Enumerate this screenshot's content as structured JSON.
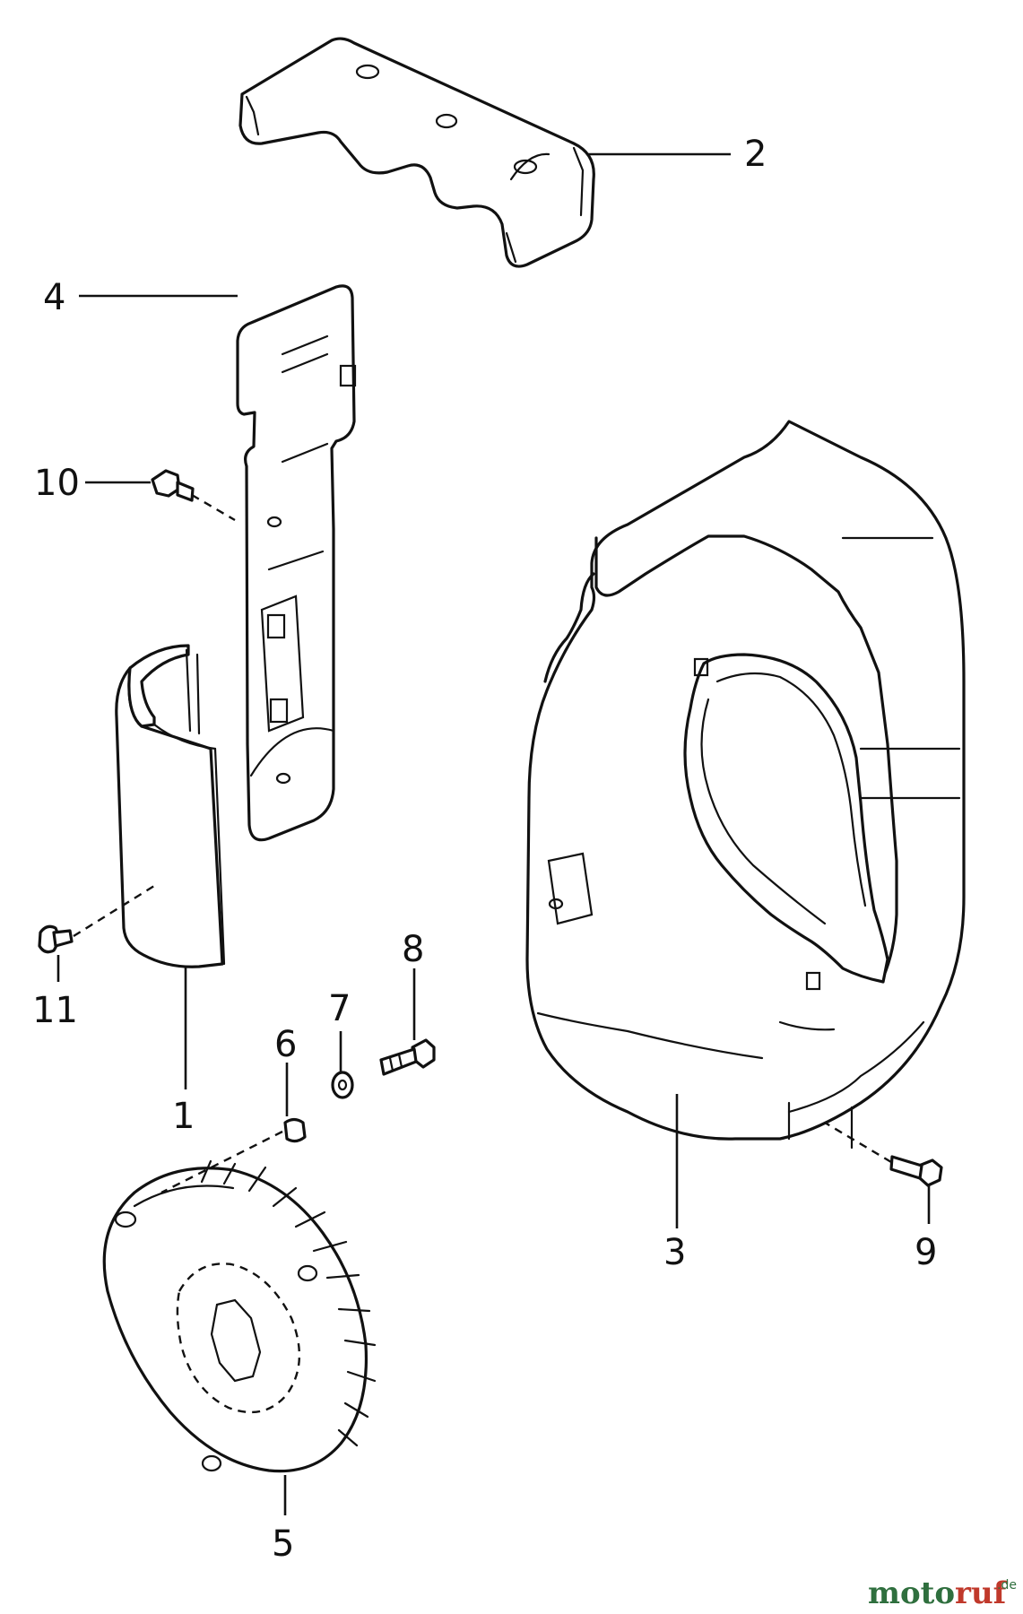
{
  "callouts": [
    {
      "id": "1",
      "label": "1"
    },
    {
      "id": "2",
      "label": "2"
    },
    {
      "id": "3",
      "label": "3"
    },
    {
      "id": "4",
      "label": "4"
    },
    {
      "id": "5",
      "label": "5"
    },
    {
      "id": "6",
      "label": "6"
    },
    {
      "id": "7",
      "label": "7"
    },
    {
      "id": "8",
      "label": "8"
    },
    {
      "id": "9",
      "label": "9"
    },
    {
      "id": "10",
      "label": "10"
    },
    {
      "id": "11",
      "label": "11"
    }
  ],
  "watermark": {
    "part_a": "moto",
    "part_b": "ruf",
    "suffix": ".de"
  }
}
